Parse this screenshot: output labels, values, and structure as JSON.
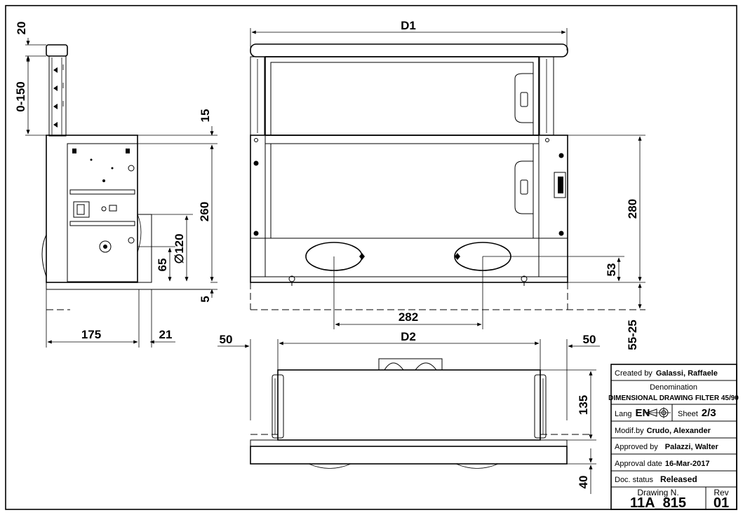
{
  "dimensions": {
    "d1": "D1",
    "d2": "D2",
    "h20": "20",
    "h0150": "0-150",
    "h15": "15",
    "h260": "260",
    "dia120": "∅120",
    "h65": "65",
    "h5": "5",
    "w175": "175",
    "w21": "21",
    "h280": "280",
    "h53": "53",
    "w282": "282",
    "h5525": "55-25",
    "w50left": "50",
    "w50right": "50",
    "h135": "135",
    "h40": "40"
  },
  "title_block": {
    "created_by_label": "Created by",
    "created_by_value": "Galassi, Raffaele",
    "denomination_label": "Denomination",
    "denomination_value": "DIMENSIONAL DRAWING FILTER 45/90",
    "lang_label": "Lang",
    "lang_value": "EN",
    "sheet_label": "Sheet",
    "sheet_value": "2/3",
    "modif_label": "Modif.by",
    "modif_value": "Crudo, Alexander",
    "approved_label": "Approved by",
    "approved_value": "Palazzi, Walter",
    "approval_date_label": "Approval date",
    "approval_date_value": "16-Mar-2017",
    "doc_status_label": "Doc. status",
    "doc_status_value": "Released",
    "drawing_n_label": "Drawing N.",
    "drawing_n_value": "11A_815",
    "rev_label": "Rev",
    "rev_value": "01"
  }
}
